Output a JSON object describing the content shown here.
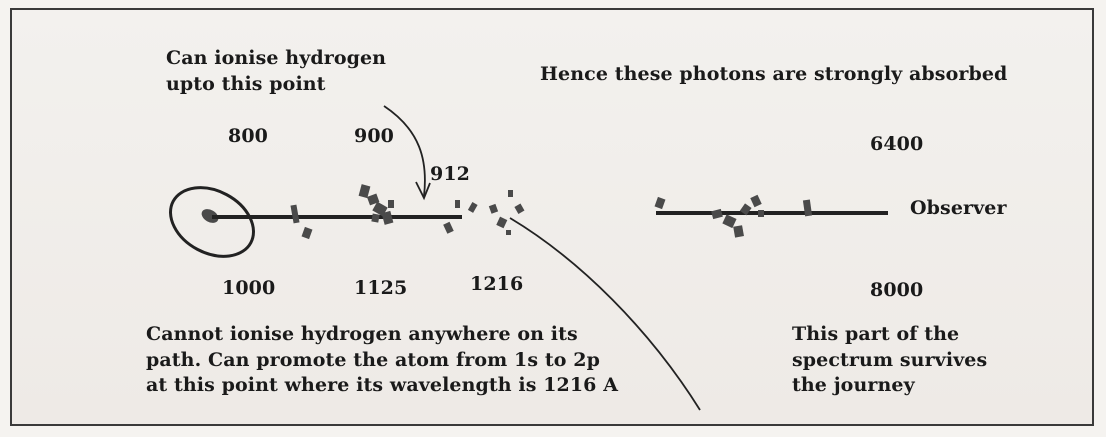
{
  "annotations": {
    "ionise_limit": [
      "Can ionise hydrogen",
      "upto this point"
    ],
    "absorbed": "Hence these photons are strongly absorbed",
    "cannot_ionise": [
      "Cannot ionise hydrogen anywhere on its",
      "path. Can promote the atom from 1s to 2p",
      "at this point where its wavelength is 1216 A"
    ],
    "survives": [
      "This part of the",
      "spectrum survives",
      "the journey"
    ]
  },
  "wavelengths": {
    "w800": "800",
    "w900": "900",
    "w912": "912",
    "w1000": "1000",
    "w1125": "1125",
    "w1216": "1216",
    "w6400": "6400",
    "w8000": "8000"
  },
  "endpoints": {
    "observer": "Observer"
  },
  "colors": {
    "ink": "#1a1a1a",
    "paper": "#f3f1ee",
    "cloud": "#4a4a4a"
  }
}
